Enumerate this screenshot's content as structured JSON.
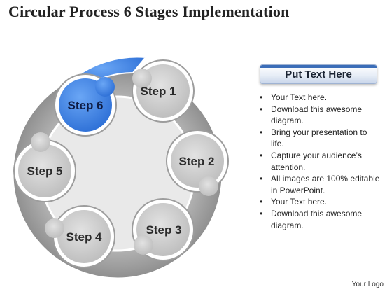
{
  "title": "Circular Process 6 Stages Implementation",
  "diagram": {
    "steps": [
      {
        "label": "Step 1",
        "active": false
      },
      {
        "label": "Step 2",
        "active": false
      },
      {
        "label": "Step 3",
        "active": false
      },
      {
        "label": "Step 4",
        "active": false
      },
      {
        "label": "Step 5",
        "active": false
      },
      {
        "label": "Step 6",
        "active": true
      }
    ],
    "colors": {
      "active_fill": "#3b82e8",
      "active_dark": "#1f5fc4",
      "step_fill": "#d2d2d2",
      "ring_fill": "#a9a9a9",
      "ring_edge": "#ffffff",
      "disc_fill": "#e9e9e9"
    }
  },
  "panel": {
    "header": "Put Text Here",
    "bullets": [
      "Your Text here.",
      "Download this awesome diagram.",
      "Bring your presentation to life.",
      "Capture your audience’s attention.",
      "All images are 100% editable in PowerPoint.",
      "Your Text here.",
      "Download this awesome diagram."
    ]
  },
  "footer": {
    "logo": "Your Logo"
  }
}
